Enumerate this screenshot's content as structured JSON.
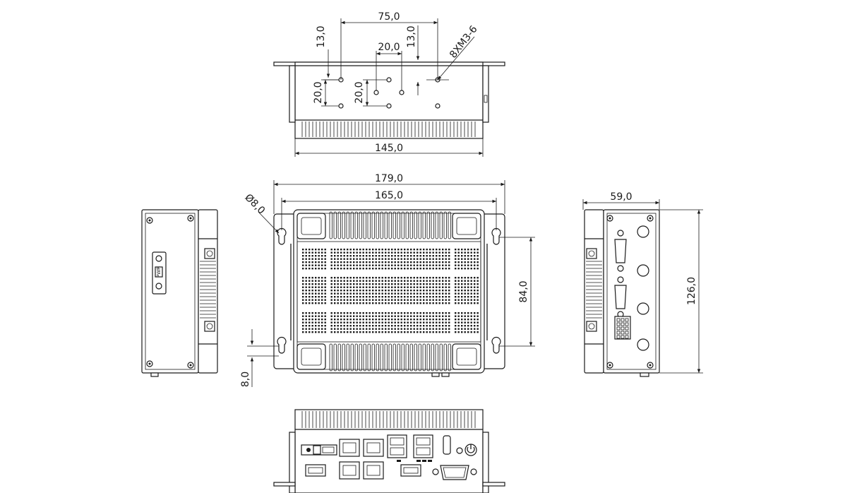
{
  "dimensions": {
    "top_width_75": "75,0",
    "top_left_13": "13,0",
    "top_inner_20": "20,0",
    "top_right_13": "13,0",
    "top_holes": "8XM3-6",
    "top_left_20": "20,0",
    "top_mid_20": "20,0",
    "top_bottom_145": "145,0",
    "front_total_179": "179,0",
    "front_inner_165": "165,0",
    "front_hole_dia": "Ø8,0",
    "front_height_84": "84,0",
    "front_slot_8": "8,0",
    "side_depth_59": "59,0",
    "side_height_126": "126,0"
  },
  "labels": {
    "side_panel_mark": "PWR"
  }
}
